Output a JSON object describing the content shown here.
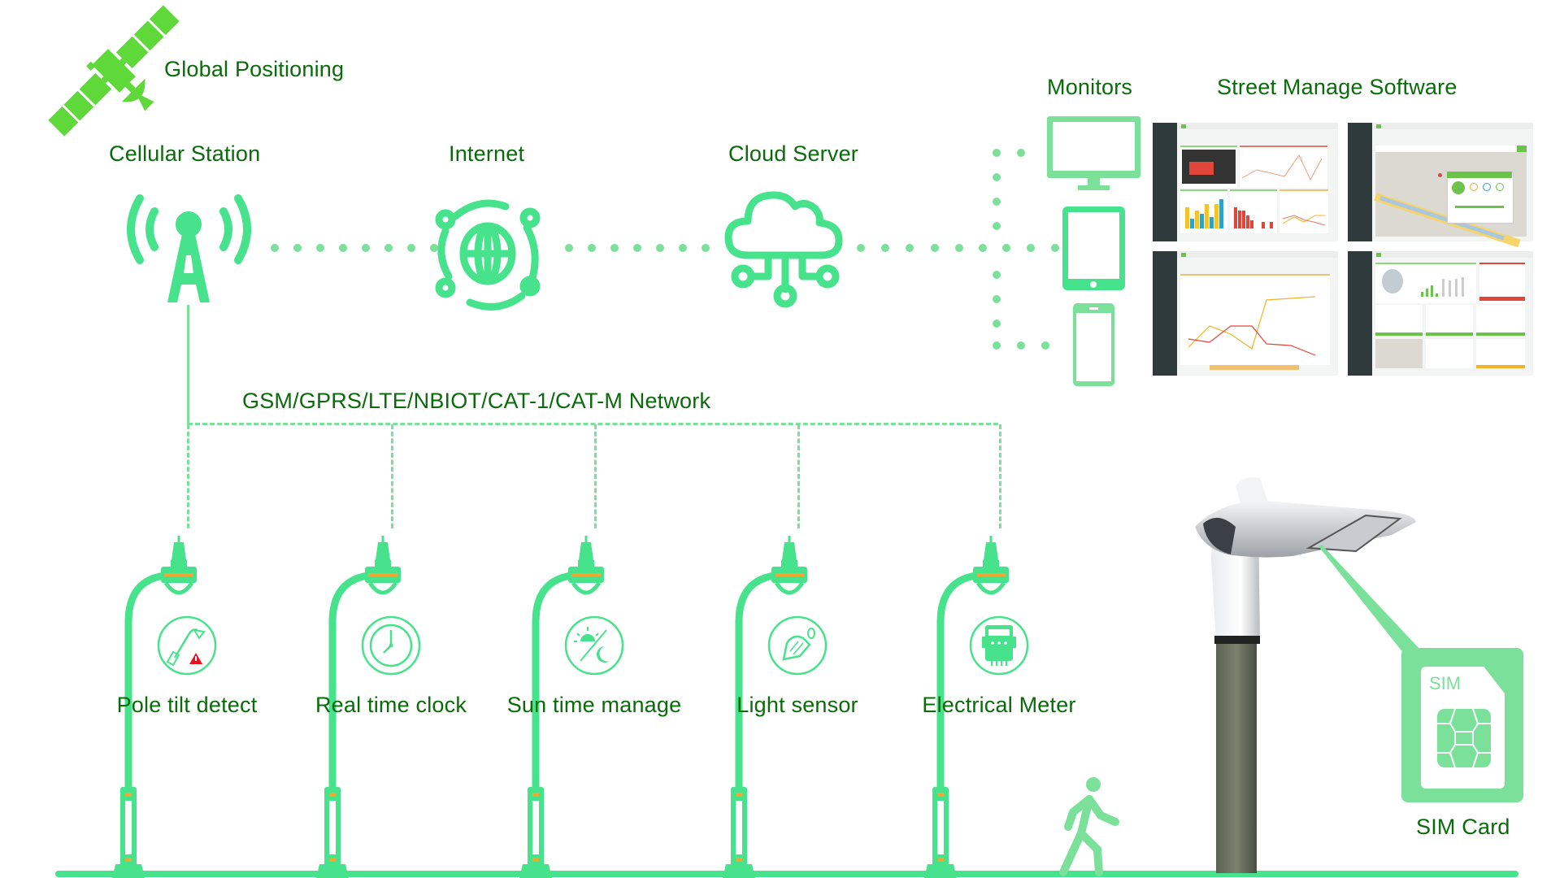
{
  "title": "Smart Street Light IoT Network",
  "colors": {
    "accent": "#46e28c",
    "light_accent": "#7ae09a",
    "satellite": "#5fd83a",
    "label_text": "#0a6b0a",
    "lamp_orange": "#f0a830",
    "warning_red": "#e8121b",
    "dashboard_sidebar": "#2e3a3b"
  },
  "top": {
    "satellite": {
      "icon": "satellite-icon",
      "label": "Global Positioning"
    },
    "nodes": [
      {
        "id": "cellular",
        "icon": "cell-tower-icon",
        "label": "Cellular Station"
      },
      {
        "id": "internet",
        "icon": "globe-network-icon",
        "label": "Internet"
      },
      {
        "id": "cloud",
        "icon": "cloud-server-icon",
        "label": "Cloud Server"
      }
    ],
    "monitors": {
      "label": "Monitors",
      "devices": [
        {
          "icon": "desktop-monitor-icon"
        },
        {
          "icon": "tablet-icon"
        },
        {
          "icon": "smartphone-icon"
        }
      ]
    },
    "software": {
      "label": "Street Manage Software",
      "screenshots": [
        {
          "name": "analytics-dashboard"
        },
        {
          "name": "map-control-dashboard"
        },
        {
          "name": "line-chart-dashboard"
        },
        {
          "name": "overview-dashboard"
        }
      ]
    }
  },
  "network": {
    "label": "GSM/GPRS/LTE/NBIOT/CAT-1/CAT-M Network"
  },
  "lamps": [
    {
      "feature": "Pole tilt detect",
      "icon": "pole-tilt-warning-icon"
    },
    {
      "feature": "Real time clock",
      "icon": "clock-icon"
    },
    {
      "feature": "Sun time manage",
      "icon": "sun-moon-icon"
    },
    {
      "feature": "Light sensor",
      "icon": "light-sensor-icon"
    },
    {
      "feature": "Electrical Meter",
      "icon": "electric-meter-icon"
    }
  ],
  "pedestrian": {
    "icon": "pedestrian-icon"
  },
  "product": {
    "name": "street-light-photo"
  },
  "sim": {
    "card_text": "SIM",
    "label": "SIM Card"
  }
}
